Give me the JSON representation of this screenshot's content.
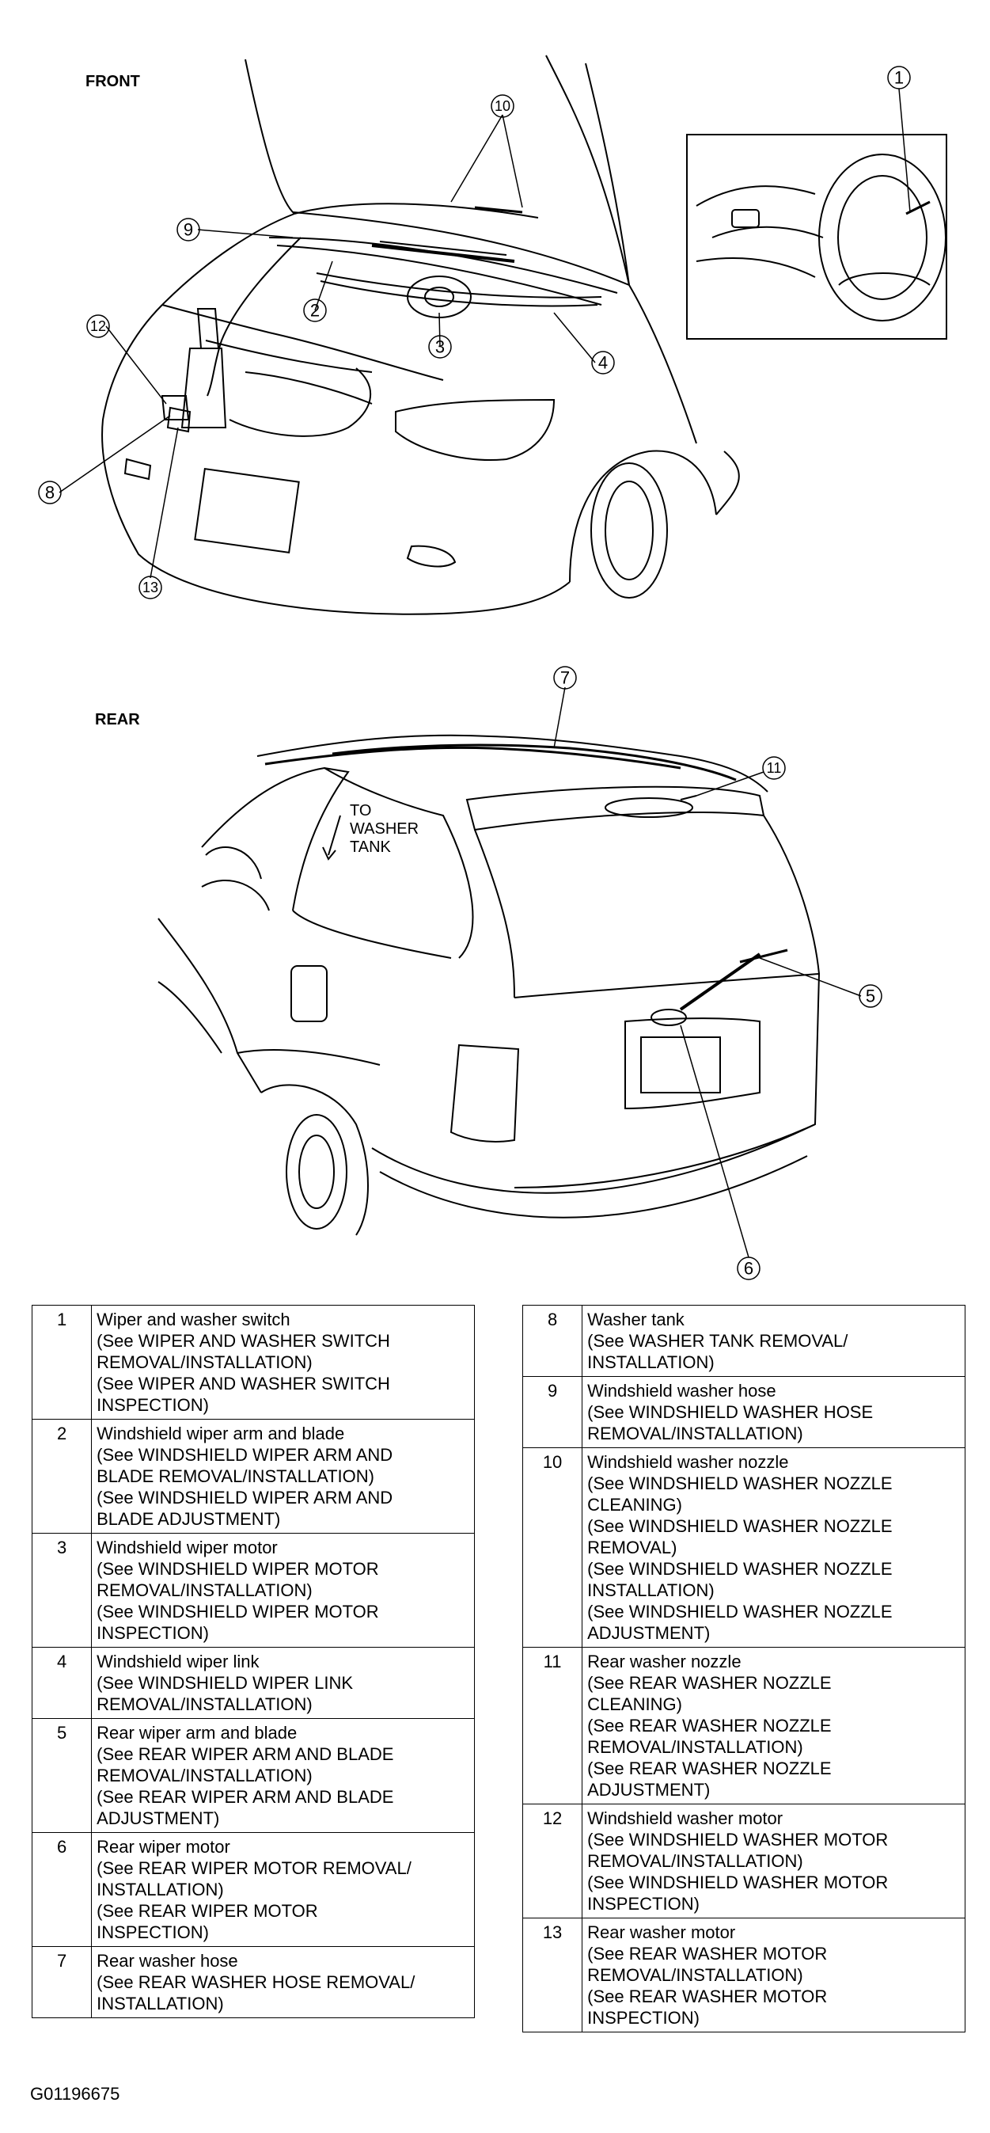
{
  "labels": {
    "front": "FRONT",
    "rear": "REAR",
    "to_washer_tank": [
      "TO",
      "WASHER",
      "TANK"
    ]
  },
  "callouts": [
    "1",
    "2",
    "3",
    "4",
    "5",
    "6",
    "7",
    "8",
    "9",
    "10",
    "11",
    "12",
    "13"
  ],
  "left_table": [
    {
      "num": "1",
      "lines": [
        "Wiper and washer switch",
        "(See WIPER AND WASHER SWITCH",
        "REMOVAL/INSTALLATION)",
        "(See WIPER AND WASHER SWITCH",
        "INSPECTION)"
      ]
    },
    {
      "num": "2",
      "lines": [
        "Windshield wiper arm and blade",
        "(See WINDSHIELD WIPER ARM AND",
        "BLADE REMOVAL/INSTALLATION)",
        "(See WINDSHIELD WIPER ARM AND",
        "BLADE ADJUSTMENT)"
      ]
    },
    {
      "num": "3",
      "lines": [
        "Windshield wiper motor",
        "(See WINDSHIELD WIPER MOTOR",
        "REMOVAL/INSTALLATION)",
        "(See WINDSHIELD WIPER MOTOR",
        "INSPECTION)"
      ]
    },
    {
      "num": "4",
      "lines": [
        "Windshield wiper link",
        "(See WINDSHIELD WIPER LINK",
        "REMOVAL/INSTALLATION)"
      ]
    },
    {
      "num": "5",
      "lines": [
        "Rear wiper arm and blade",
        "(See REAR WIPER ARM AND BLADE",
        "REMOVAL/INSTALLATION)",
        "(See REAR WIPER ARM AND BLADE",
        "ADJUSTMENT)"
      ]
    },
    {
      "num": "6",
      "lines": [
        "Rear wiper motor",
        "(See REAR WIPER MOTOR REMOVAL/",
        "INSTALLATION)",
        "(See REAR WIPER MOTOR",
        "INSPECTION)"
      ]
    },
    {
      "num": "7",
      "lines": [
        "Rear washer hose",
        "(See REAR WASHER HOSE REMOVAL/",
        "INSTALLATION)"
      ]
    }
  ],
  "right_table": [
    {
      "num": "8",
      "lines": [
        "Washer tank",
        "(See WASHER TANK REMOVAL/",
        "INSTALLATION)"
      ]
    },
    {
      "num": "9",
      "lines": [
        "Windshield washer hose",
        "(See WINDSHIELD WASHER HOSE",
        "REMOVAL/INSTALLATION)"
      ]
    },
    {
      "num": "10",
      "lines": [
        "Windshield washer nozzle",
        "(See WINDSHIELD WASHER NOZZLE",
        "CLEANING)",
        "(See WINDSHIELD WASHER NOZZLE",
        "REMOVAL)",
        "(See WINDSHIELD WASHER NOZZLE",
        "INSTALLATION)",
        "(See WINDSHIELD WASHER NOZZLE",
        "ADJUSTMENT)"
      ]
    },
    {
      "num": "11",
      "lines": [
        "Rear washer nozzle",
        "(See REAR WASHER NOZZLE",
        "CLEANING)",
        "(See REAR WASHER NOZZLE",
        "REMOVAL/INSTALLATION)",
        "(See REAR WASHER NOZZLE",
        "ADJUSTMENT)"
      ]
    },
    {
      "num": "12",
      "lines": [
        "Windshield washer motor",
        "(See WINDSHIELD WASHER MOTOR",
        "REMOVAL/INSTALLATION)",
        "(See WINDSHIELD WASHER MOTOR",
        "INSPECTION)"
      ]
    },
    {
      "num": "13",
      "lines": [
        "Rear washer motor",
        "(See REAR WASHER MOTOR",
        "REMOVAL/INSTALLATION)",
        "(See REAR WASHER MOTOR",
        "INSPECTION)"
      ]
    }
  ],
  "figure_id": "G01196675"
}
